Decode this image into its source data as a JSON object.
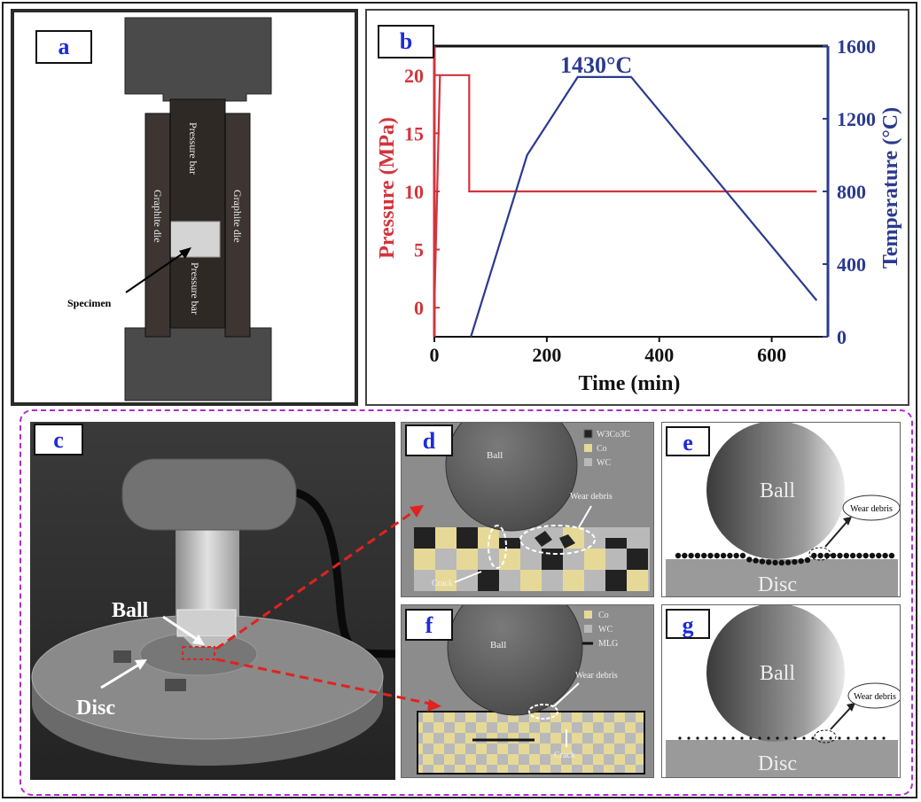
{
  "panels": {
    "a": {
      "label": "a",
      "pressure_bar_top": "Pressure bar",
      "pressure_bar_bottom": "Pressure bar",
      "graphite_die_left": "Graphite die",
      "graphite_die_right": "Graphite die",
      "specimen": "Specimen"
    },
    "b": {
      "label": "b",
      "peak_annotation": "1430°C"
    },
    "c": {
      "label": "c",
      "ball": "Ball",
      "disc": "Disc"
    },
    "d": {
      "label": "d",
      "ball": "Ball",
      "wear_debris": "Wear debris",
      "crack": "Crack",
      "legend": [
        "W3Co3C",
        "Co",
        "WC"
      ]
    },
    "e": {
      "label": "e",
      "ball": "Ball",
      "disc": "Disc",
      "wear_debris": "Wear debris"
    },
    "f": {
      "label": "f",
      "ball": "Ball",
      "wear_debris": "Wear debris",
      "crack": "Crack",
      "legend": [
        "Co",
        "WC",
        "MLG"
      ]
    },
    "g": {
      "label": "g",
      "ball": "Ball",
      "disc": "Disc",
      "wear_debris": "Wear debris"
    }
  },
  "colors": {
    "pressure": "#d2343c",
    "temperature": "#2b3a8f",
    "label_blue": "#1d2bd8",
    "dashed_border": "#b02cd0",
    "arrow_red": "#e0231e",
    "co_yellow": "#e6d998"
  },
  "chart_data": {
    "type": "line",
    "xlabel": "Time (min)",
    "ylabel": "Pressure (MPa)",
    "y2label": "Temperature (°C)",
    "xlim": [
      0,
      700
    ],
    "ylim": [
      -2.5,
      22.5
    ],
    "y2lim": [
      0,
      1600
    ],
    "xticks": [
      0,
      200,
      400,
      600
    ],
    "yticks": [
      0,
      5,
      10,
      15,
      20
    ],
    "y2ticks": [
      0,
      400,
      800,
      1200,
      1600
    ],
    "series": [
      {
        "name": "Pressure (MPa)",
        "axis": "left",
        "x": [
          0,
          10,
          62,
          62,
          680
        ],
        "y": [
          0,
          20,
          20,
          10,
          10
        ]
      },
      {
        "name": "Temperature (°C)",
        "axis": "right",
        "x": [
          65,
          165,
          255,
          350,
          680
        ],
        "y": [
          0,
          1000,
          1430,
          1430,
          200
        ]
      }
    ]
  }
}
